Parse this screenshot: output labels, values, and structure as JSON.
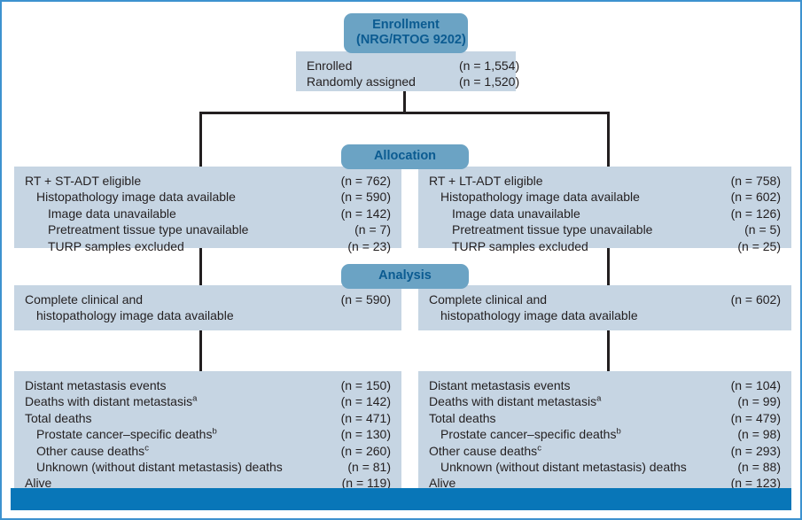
{
  "figure": {
    "type": "consort-flow-diagram",
    "colors": {
      "frame_border": "#3d92cf",
      "box_fill": "#c6d5e3",
      "pill_fill": "#6ba3c4",
      "pill_text": "#0b5b91",
      "connector": "#231f20",
      "bottom_bar": "#0876b8",
      "body_text": "#231f20"
    }
  },
  "stages": {
    "enrollment": {
      "line1": "Enrollment",
      "line2": "(NRG/RTOG 9202)"
    },
    "allocation": {
      "label": "Allocation"
    },
    "analysis": {
      "label": "Analysis"
    }
  },
  "enrollment_box": {
    "rows": [
      {
        "label": "Enrolled",
        "value": "(n = 1,554)"
      },
      {
        "label": "Randomly assigned",
        "value": "(n = 1,520)"
      }
    ]
  },
  "allocation_left": {
    "rows": [
      {
        "label": "RT + ST-ADT eligible",
        "value": "(n = 762)",
        "indent": 0
      },
      {
        "label": "Histopathology image data available",
        "value": "(n = 590)",
        "indent": 1
      },
      {
        "label": "Image data unavailable",
        "value": "(n = 142)",
        "indent": 2
      },
      {
        "label": "Pretreatment tissue type unavailable",
        "value": "(n = 7)",
        "indent": 2
      },
      {
        "label": "TURP samples excluded",
        "value": "(n = 23)",
        "indent": 2
      }
    ]
  },
  "allocation_right": {
    "rows": [
      {
        "label": "RT + LT-ADT eligible",
        "value": "(n = 758)",
        "indent": 0
      },
      {
        "label": "Histopathology image data available",
        "value": "(n = 602)",
        "indent": 1
      },
      {
        "label": "Image data unavailable",
        "value": "(n = 126)",
        "indent": 2
      },
      {
        "label": "Pretreatment tissue type unavailable",
        "value": "(n = 5)",
        "indent": 2
      },
      {
        "label": "TURP samples excluded",
        "value": "(n = 25)",
        "indent": 2
      }
    ]
  },
  "analysis_left": {
    "rows": [
      {
        "label": "Complete clinical and",
        "value": "(n = 590)",
        "indent": 0
      },
      {
        "label": "histopathology image data available",
        "value": "",
        "indent": 1
      }
    ]
  },
  "analysis_right": {
    "rows": [
      {
        "label": "Complete clinical and",
        "value": "(n = 602)",
        "indent": 0
      },
      {
        "label": "histopathology image data available",
        "value": "",
        "indent": 1
      }
    ]
  },
  "outcomes_left": {
    "rows": [
      {
        "label": "Distant metastasis events",
        "sup": "",
        "value": "(n = 150)",
        "indent": 0
      },
      {
        "label": "Deaths with distant metastasis",
        "sup": "a",
        "value": "(n = 142)",
        "indent": 0
      },
      {
        "label": "Total deaths",
        "sup": "",
        "value": "(n = 471)",
        "indent": 0
      },
      {
        "label": "Prostate cancer–specific deaths",
        "sup": "b",
        "value": "(n = 130)",
        "indent": 1
      },
      {
        "label": "Other cause deaths",
        "sup": "c",
        "value": "(n = 260)",
        "indent": 1
      },
      {
        "label": "Unknown (without distant metastasis) deaths",
        "sup": "",
        "value": "(n = 81)",
        "indent": 1
      },
      {
        "label": "Alive",
        "sup": "",
        "value": "(n = 119)",
        "indent": 0
      }
    ]
  },
  "outcomes_right": {
    "rows": [
      {
        "label": "Distant metastasis events",
        "sup": "",
        "value": "(n = 104)",
        "indent": 0
      },
      {
        "label": "Deaths with distant metastasis",
        "sup": "a",
        "value": "(n = 99)",
        "indent": 0
      },
      {
        "label": "Total deaths",
        "sup": "",
        "value": "(n = 479)",
        "indent": 0
      },
      {
        "label": "Prostate cancer–specific deaths",
        "sup": "b",
        "value": "(n = 98)",
        "indent": 1
      },
      {
        "label": "Other cause deaths",
        "sup": "c",
        "value": "(n = 293)",
        "indent": 0
      },
      {
        "label": "Unknown (without distant metastasis) deaths",
        "sup": "",
        "value": "(n = 88)",
        "indent": 1
      },
      {
        "label": "Alive",
        "sup": "",
        "value": "(n = 123)",
        "indent": 0
      }
    ]
  }
}
